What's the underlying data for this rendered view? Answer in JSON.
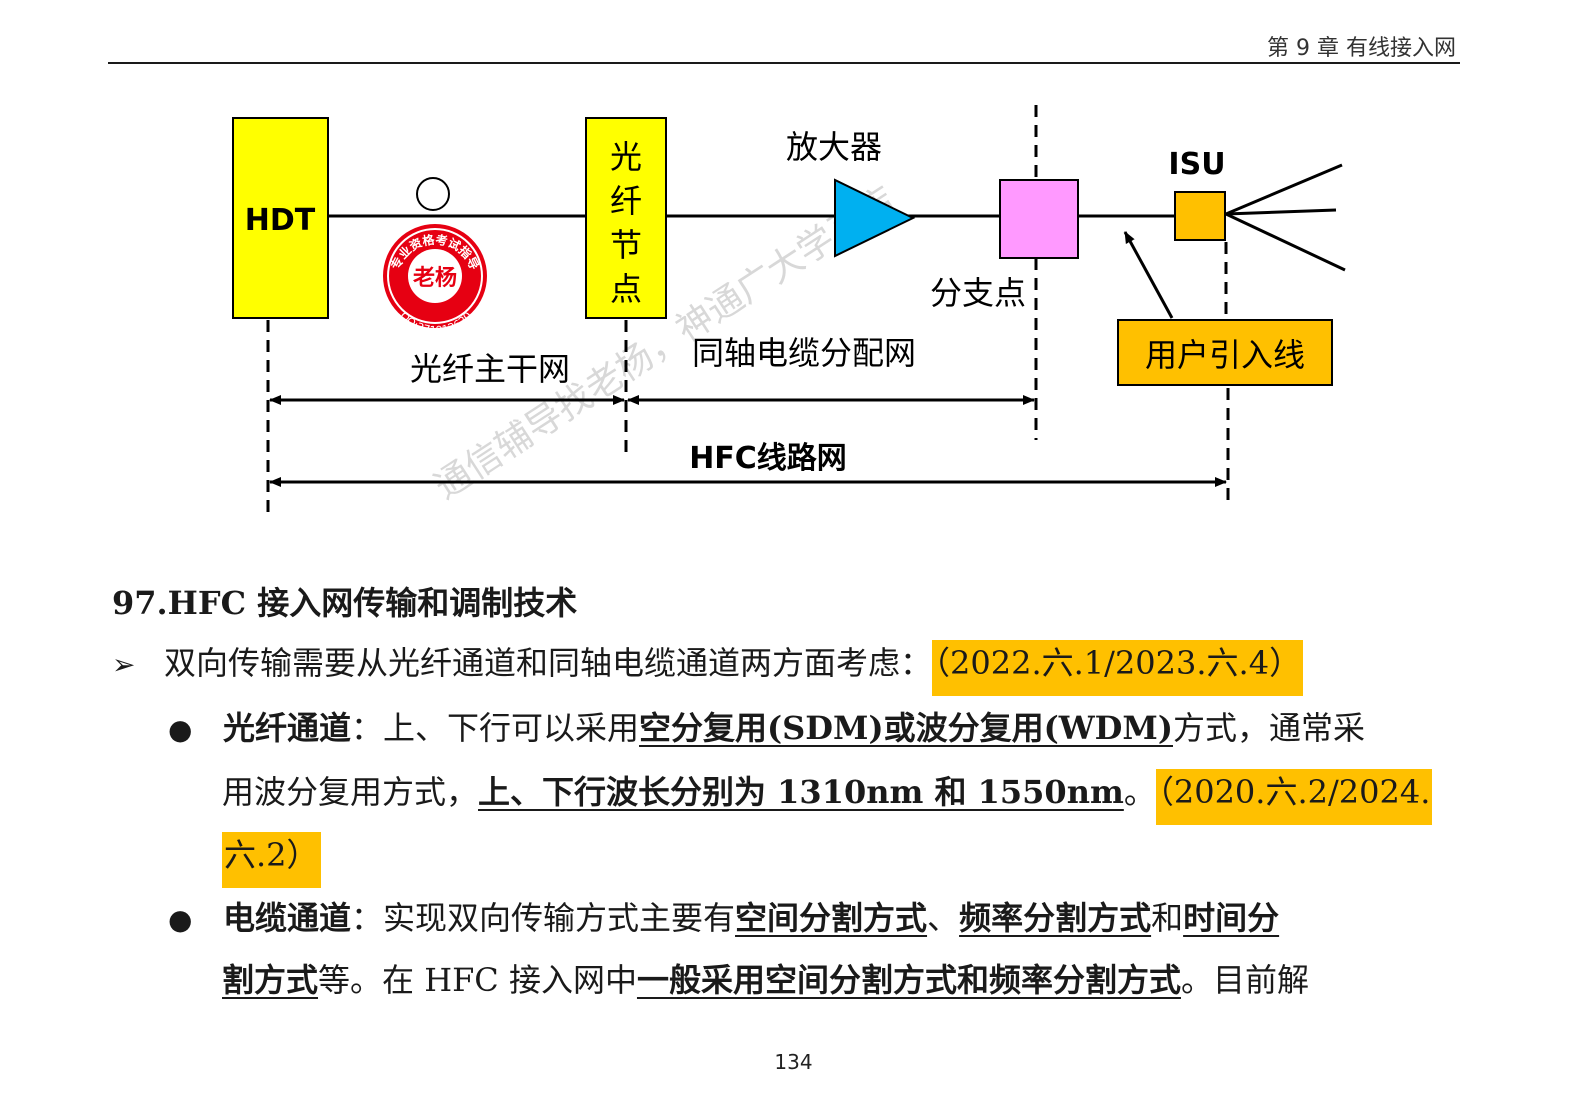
{
  "header": {
    "chapter": "第 9 章  有线接入网"
  },
  "diagram": {
    "hdt": "HDT",
    "fiber_node": [
      "光",
      "纤",
      "节",
      "点"
    ],
    "amplifier": "放大器",
    "branch_point": "分支点",
    "isu": "ISU",
    "drop_line": "用户引入线",
    "fiber_trunk": "光纤主干网",
    "coax_network": "同轴电缆分配网",
    "hfc_network": "HFC线路网",
    "watermark": "通信辅导找老杨，神通广大学习店",
    "seal": {
      "top": "专业资格考试指导",
      "center": "老杨",
      "bottom": "QQ:271912620"
    },
    "colors": {
      "yellow": "#FFFF00",
      "blue": "#00B0F0",
      "pink": "#FF99FF",
      "orange": "#FFC000"
    }
  },
  "content": {
    "heading": "97.HFC 接入网传输和调制技术",
    "lead": {
      "bullet": "➢",
      "text": "双向传输需要从光纤通道和同轴电缆通道两方面考虑：",
      "note": "（2022.六.1/2023.六.4）"
    },
    "fiber": {
      "bullet": "●",
      "term": "光纤通道",
      "p1": "：上、下行可以采用",
      "u1": "空分复用(SDM)或波分复用(WDM)",
      "p2": "方式，通常采",
      "p3": "用波分复用方式，",
      "u2": "上、下行波长分别为 1310nm 和 1550nm",
      "p4": "。",
      "note1": "（2020.六.2/2024.",
      "note2": "六.2）"
    },
    "cable": {
      "bullet": "●",
      "term": "电缆通道",
      "p1": "：实现双向传输方式主要有",
      "u1": "空间分割方式",
      "p2": "、",
      "u2": "频率分割方式",
      "p3": "和",
      "u3a": "时间分",
      "u3b": "割方式",
      "p4": "等。在 HFC 接入网中",
      "u4": "一般采用空间分割方式和频率分割方式",
      "p5": "。目前解"
    }
  },
  "footer": {
    "page_number": "134"
  }
}
